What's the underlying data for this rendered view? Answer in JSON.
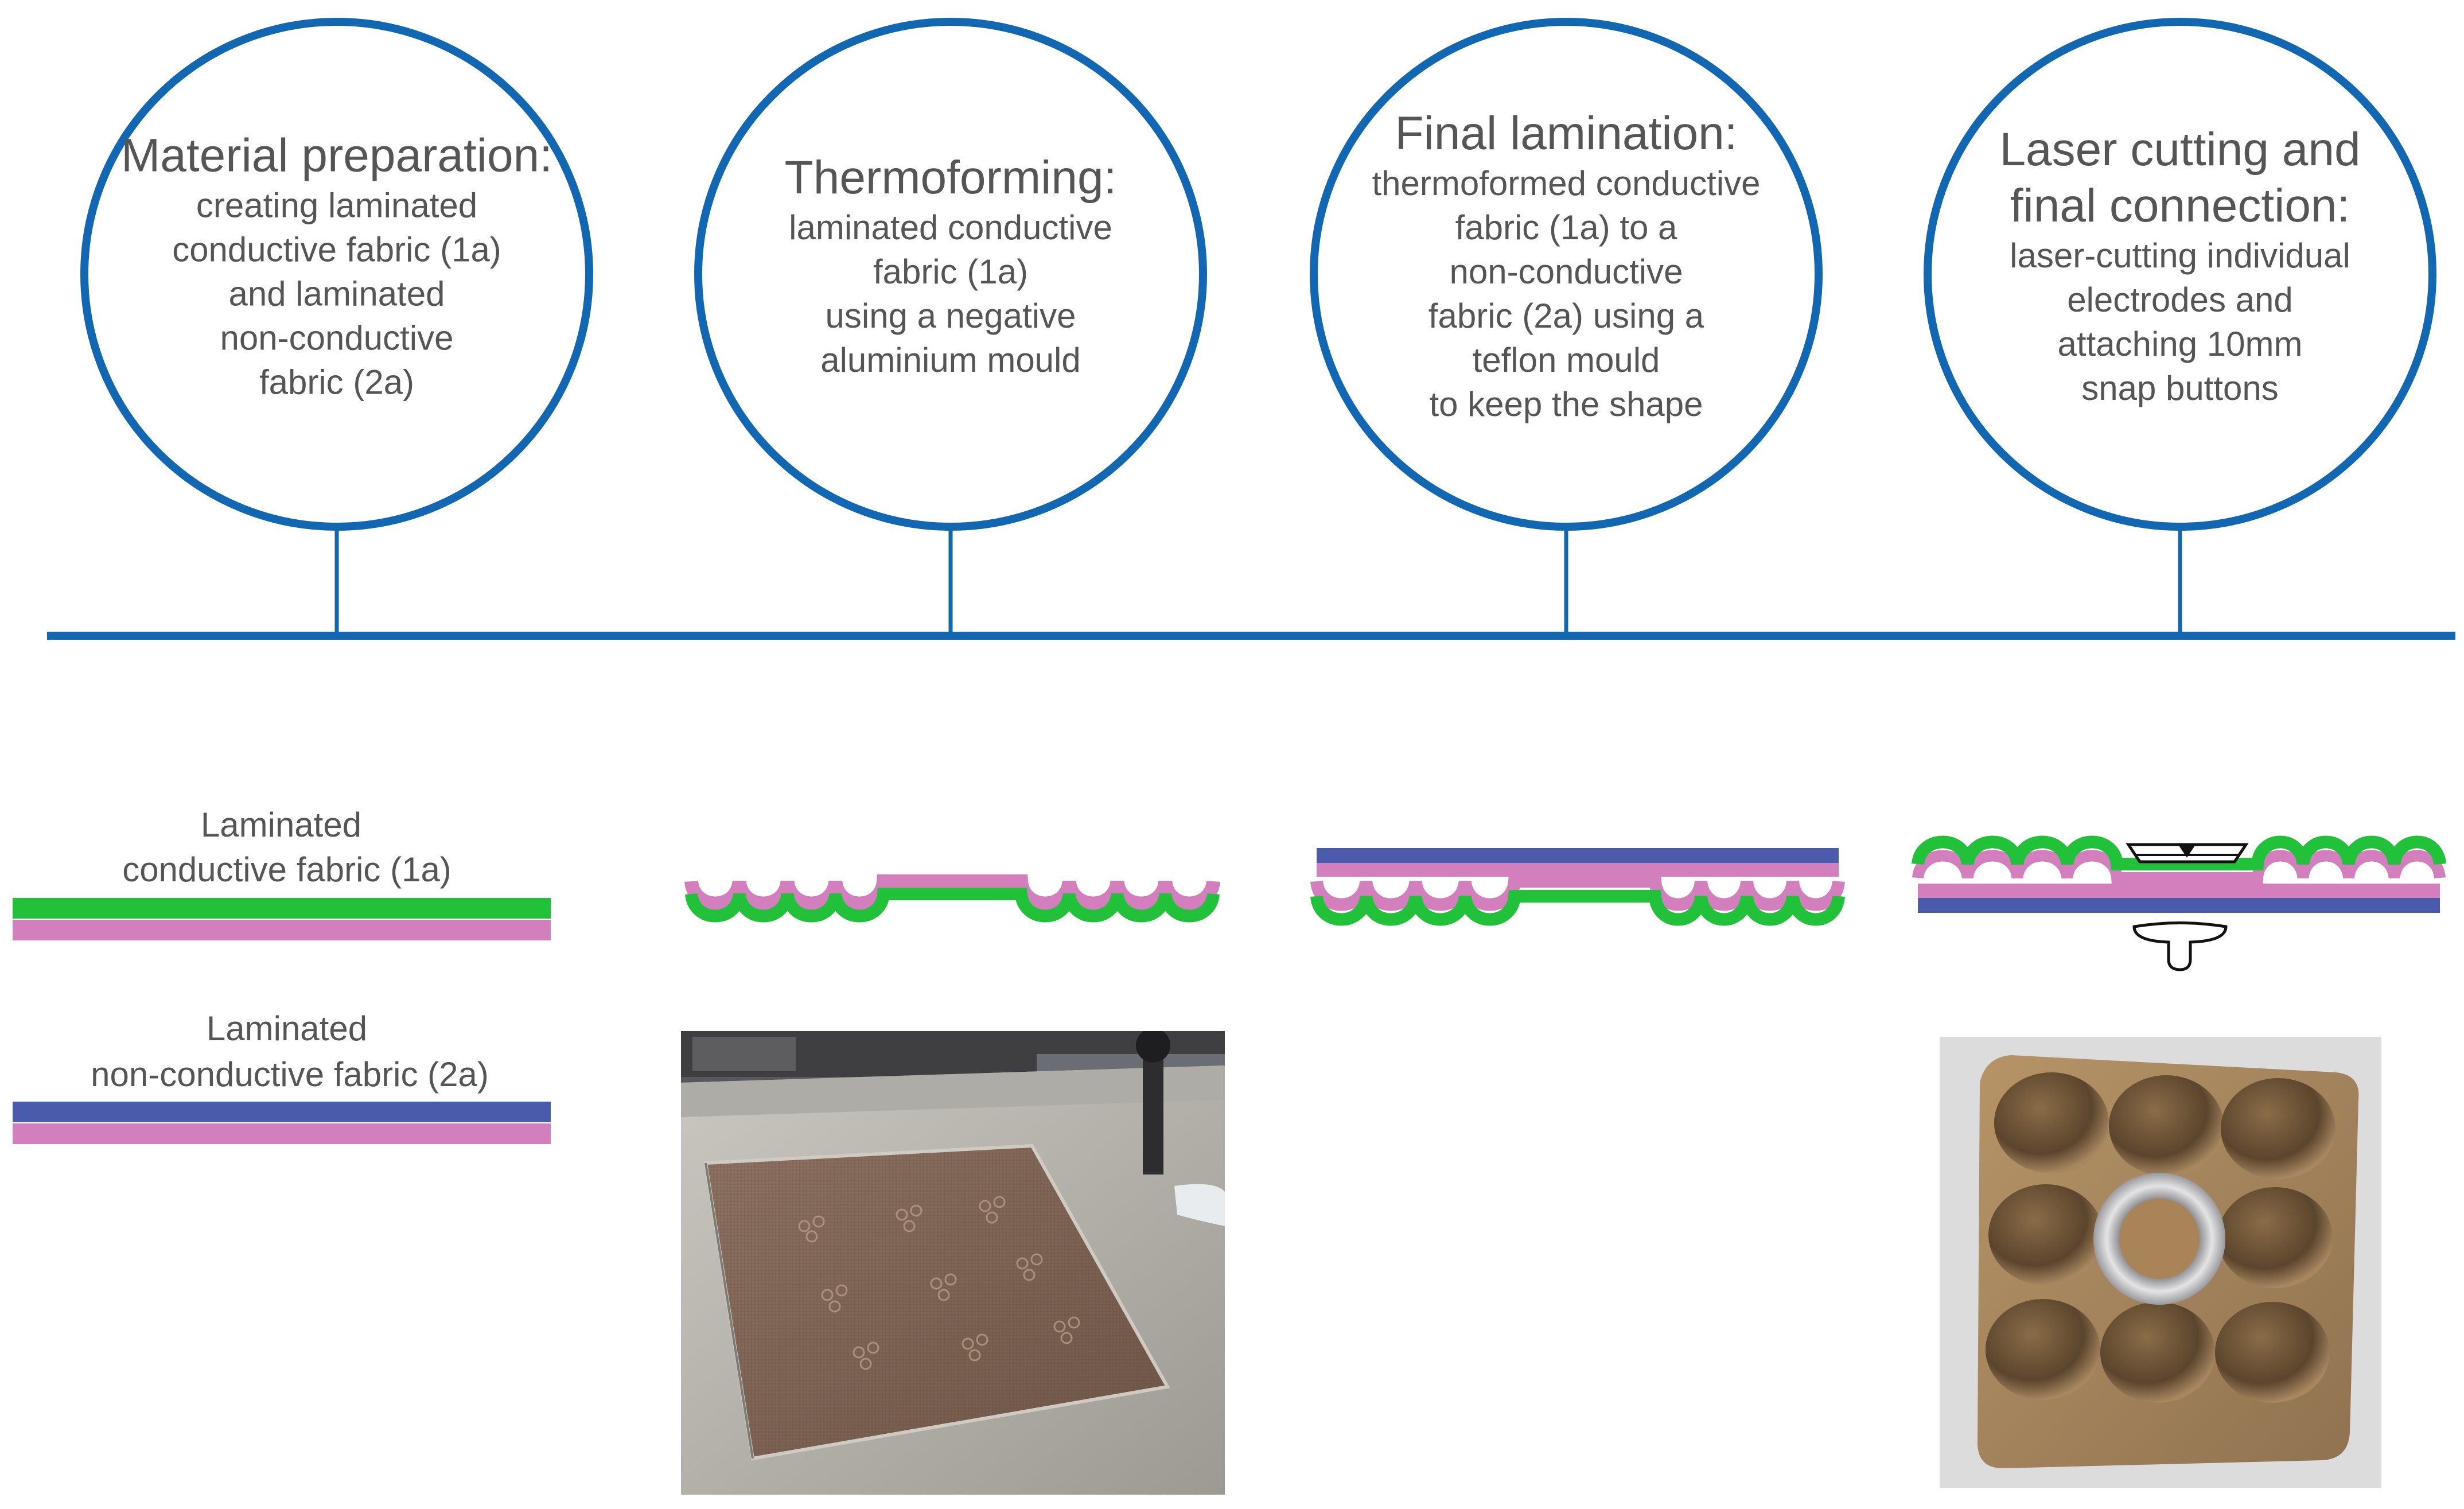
{
  "colors": {
    "timeline_blue": "#1167b1",
    "conductive_green": "#22c13a",
    "laminate_pink": "#d37fbe",
    "nonconductive_blue": "#4a5bac",
    "text_gray": "#555555"
  },
  "steps": [
    {
      "title_lines": [
        "Material preparation:"
      ],
      "body_lines": [
        "creating laminated",
        "conductive fabric (1a)",
        "and laminated",
        "non-conductive",
        "fabric (2a)"
      ]
    },
    {
      "title_lines": [
        "Thermoforming:"
      ],
      "body_lines": [
        "laminated conductive",
        "fabric (1a)",
        "using a negative",
        "aluminium mould"
      ]
    },
    {
      "title_lines": [
        "Final lamination:"
      ],
      "body_lines": [
        "thermoformed conductive",
        "fabric (1a) to a",
        "non-conductive",
        "fabric (2a) using a",
        "teflon mould",
        "to keep the shape"
      ]
    },
    {
      "title_lines": [
        "Laser cutting and",
        "final connection:"
      ],
      "body_lines": [
        "laser-cutting individual",
        "electrodes and",
        "attaching 10mm",
        "snap buttons"
      ]
    }
  ],
  "legend": {
    "conductive_lines": [
      "Laminated",
      "conductive fabric (1a)"
    ],
    "nonconductive_lines": [
      "Laminated",
      "non-conductive fabric (2a)"
    ]
  },
  "photos": [
    {
      "icon": "thermoforming-mould-photo"
    },
    {
      "icon": "electrode-snap-button-photo"
    }
  ]
}
